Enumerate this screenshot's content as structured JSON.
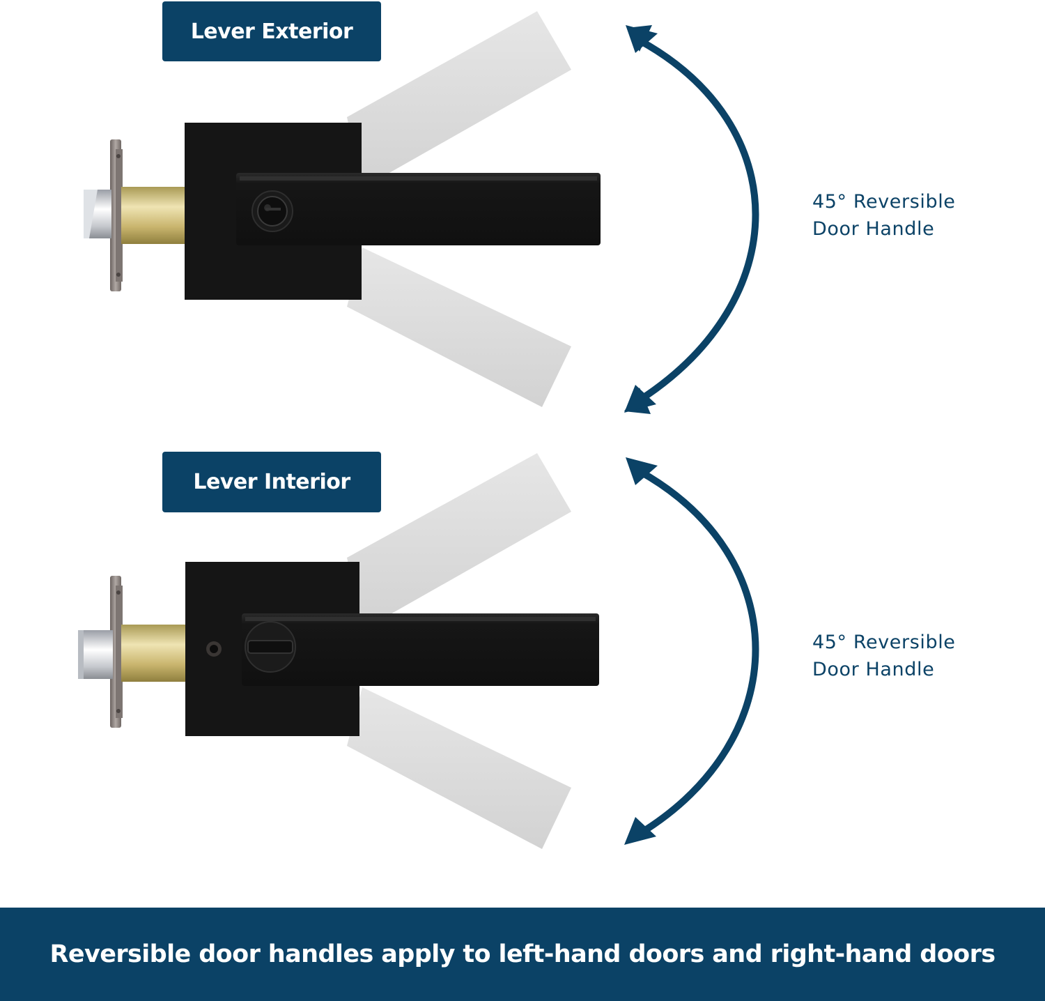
{
  "sections": [
    {
      "title": "Lever Exterior",
      "caption_line1": "45° Reversible",
      "caption_line2": "Door Handle"
    },
    {
      "title": "Lever Interior",
      "caption_line1": "45° Reversible",
      "caption_line2": "Door Handle"
    }
  ],
  "footer": {
    "text": "Reversible door handles apply to left-hand doors and right-hand doors"
  },
  "icons": {
    "rotation_arrow": "double-headed-curved-arrow-icon",
    "keyhole": "keyhole-icon",
    "thumb_turn": "thumb-turn-icon",
    "emergency_release": "emergency-release-hole-icon"
  },
  "colors": {
    "brand_navy": "#0b4266",
    "lever_black": "#151515",
    "ghost_lever": "#dcdcdc",
    "brass_latch": "#cdbd7c",
    "steel_plate": "#8c8480"
  }
}
